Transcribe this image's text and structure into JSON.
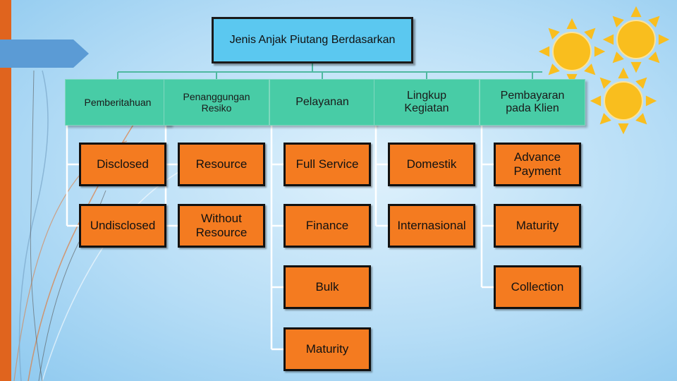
{
  "root": {
    "label": "Jenis Anjak Piutang Berdasarkan"
  },
  "categories": [
    {
      "label": "Pemberitahuan",
      "items": [
        "Disclosed",
        "Undisclosed"
      ]
    },
    {
      "label": "Penanggungan\nResiko",
      "items": [
        "Resource",
        "Without\nResource"
      ]
    },
    {
      "label": "Pelayanan",
      "items": [
        "Full Service",
        "Finance",
        "Bulk",
        "Maturity"
      ]
    },
    {
      "label": "Lingkup\nKegiatan",
      "items": [
        "Domestik",
        "Internasional"
      ]
    },
    {
      "label": "Pembayaran\npada Klien",
      "items": [
        "Advance\nPayment",
        "Maturity",
        "Collection"
      ]
    }
  ],
  "colors": {
    "root_fill": "#5bc8f0",
    "category_fill": "#48cca6",
    "leaf_fill": "#f47b20",
    "sidebar_accent": "#e0641e",
    "sun": "#f9be1e"
  }
}
